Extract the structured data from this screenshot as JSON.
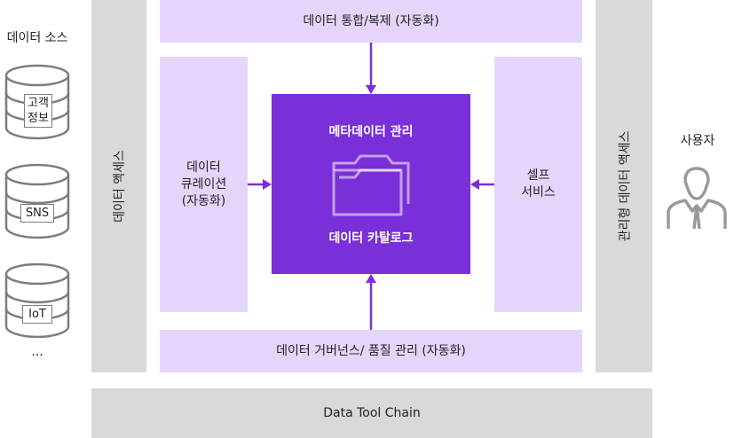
{
  "sources": {
    "title": "데이터 소스",
    "items": [
      {
        "label": "고객\n정보"
      },
      {
        "label": "SNS"
      },
      {
        "label": "IoT"
      }
    ],
    "ellipsis": "..."
  },
  "left_access": "데이터 액세스",
  "right_access": "관리형 데이터 액세스",
  "top_bar": "데이터 통합/복제 (자동화)",
  "bottom_bar": "데이터 거버넌스/ 품질 관리 (자동화)",
  "curation": "데이터\n큐레이션\n(자동화)",
  "self_service": "셀프\n서비스",
  "center": {
    "title": "메타데이터 관리",
    "subtitle": "데이터 카탈로그"
  },
  "toolchain": "Data Tool Chain",
  "user": {
    "label": "사용자"
  },
  "colors": {
    "accent": "#7a2fd8",
    "lavender": "#e5d5fb",
    "gray": "#d9d9d9"
  },
  "icons": [
    "database-icon",
    "folder-icon",
    "user-icon"
  ]
}
